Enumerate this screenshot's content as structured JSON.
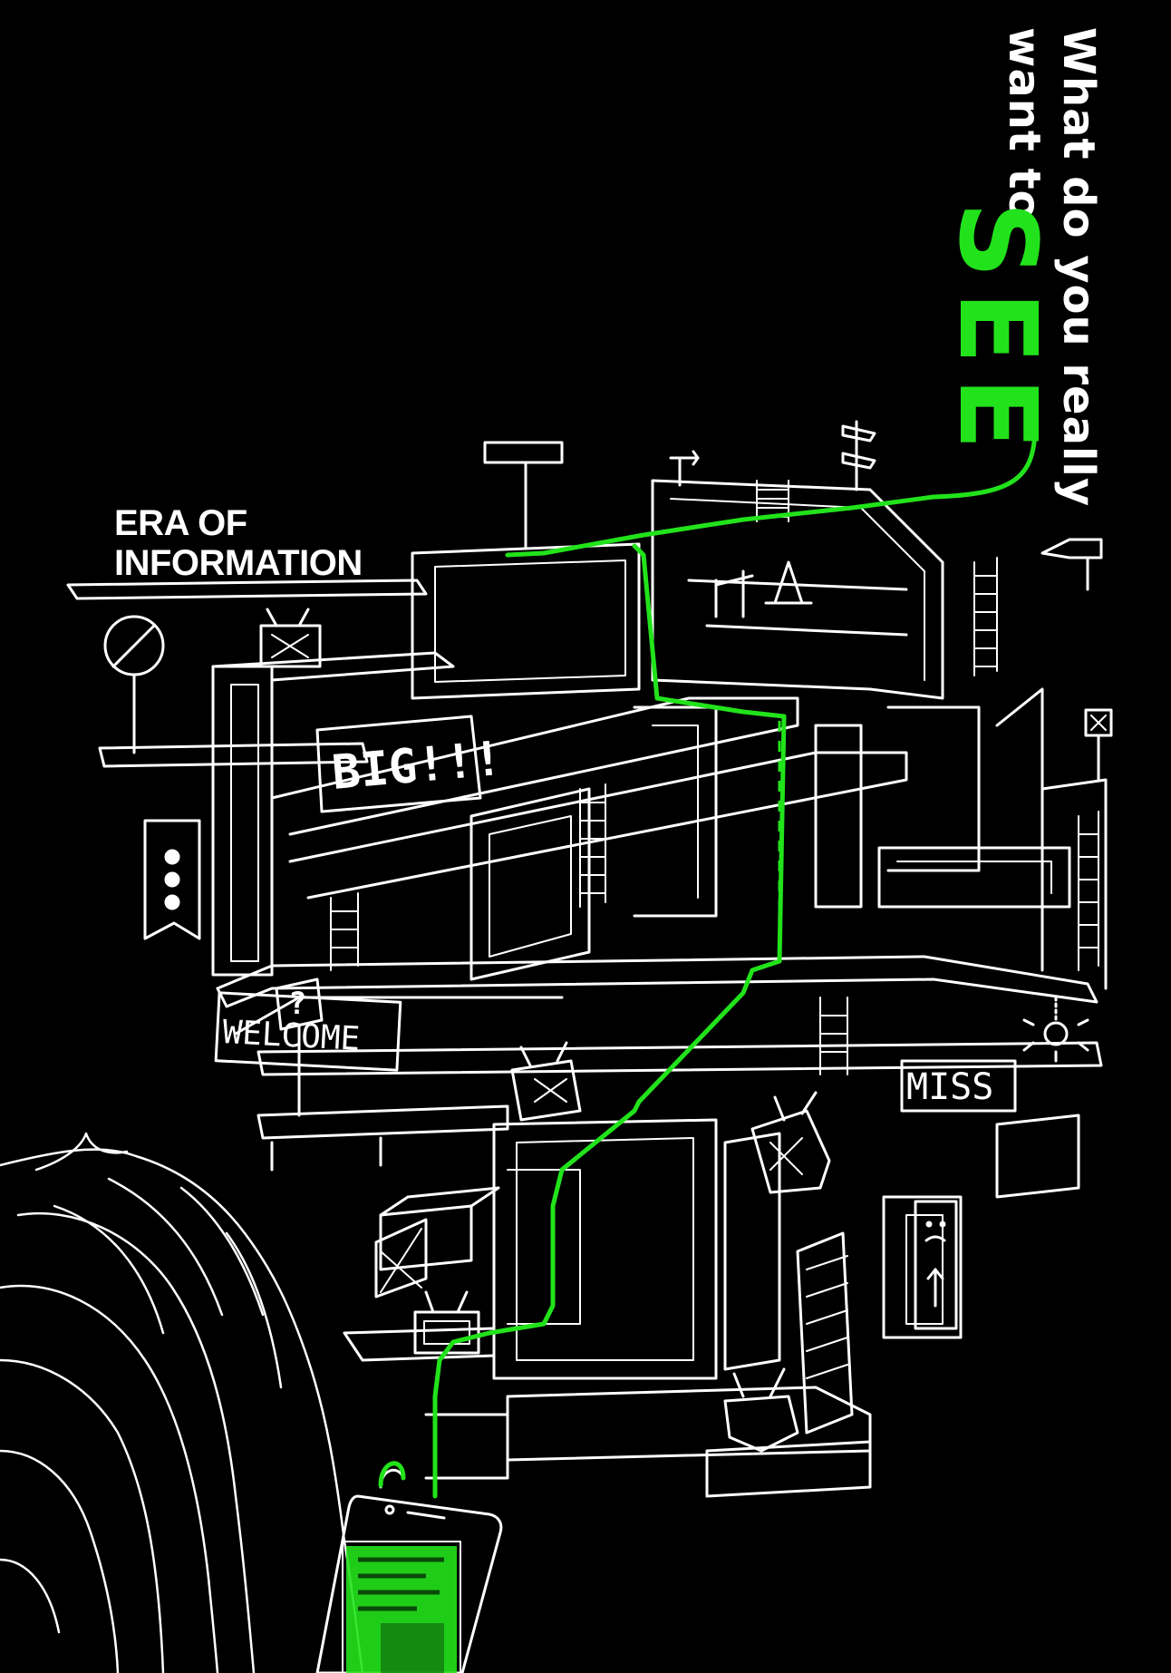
{
  "headline": {
    "line1": "What do you really",
    "line2": "want to",
    "emphasis": "SEE"
  },
  "label": {
    "line1": "ERA OF",
    "line2": "INFORMATION"
  },
  "signs": {
    "big": "BIG!!!",
    "welcome": "WELCOME",
    "miss": "MISS"
  },
  "colors": {
    "background": "#000000",
    "lineart": "#ffffff",
    "accent": "#22e31b"
  }
}
